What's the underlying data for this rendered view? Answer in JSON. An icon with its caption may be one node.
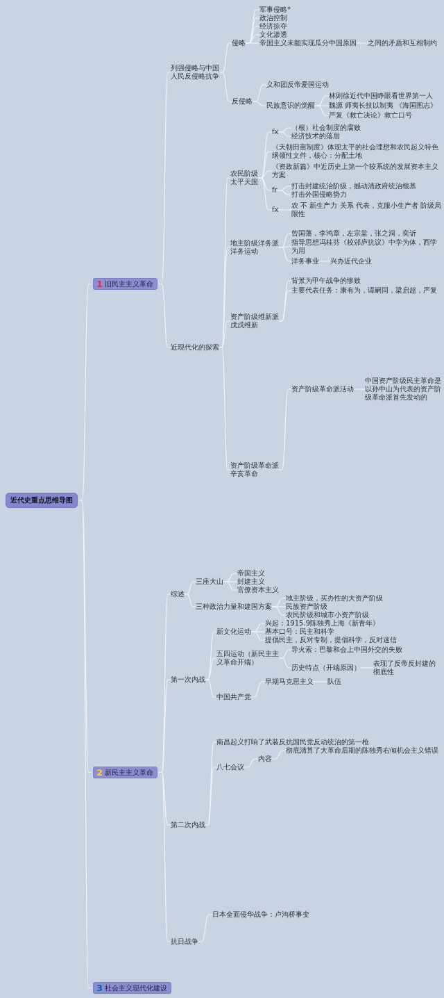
{
  "diagram": {
    "nodes": [
      {
        "text": [
          "军事侵略*"
        ]
      },
      {
        "text": [
          "政治控制"
        ]
      },
      {
        "text": [
          "经济掠夺"
        ]
      },
      {
        "text": [
          "文化渗透"
        ]
      },
      {
        "text": [
          "之间的矛盾和互相制约"
        ]
      },
      {
        "text": [
          "侵略"
        ]
      },
      {
        "text": [
          "帝国主义未能实现瓜分中国原因"
        ]
      },
      {
        "text": [
          "列强侵略与中国人民反侵略抗争"
        ]
      },
      {
        "text": [
          "义和团反帝爱国运动"
        ]
      },
      {
        "text": [
          "林则徐近代中国睁眼看世界第一人"
        ]
      },
      {
        "text": [
          "反侵略"
        ]
      },
      {
        "text": [
          "魏源 师夷长技以制夷 《海国图志》"
        ]
      },
      {
        "text": [
          "民族意识的觉醒"
        ]
      },
      {
        "text": [
          "严复《救亡决论》救亡口号"
        ]
      },
      {
        "text": [
          "（根）社会制度的腐败"
        ]
      },
      {
        "text": [
          "fx"
        ]
      },
      {
        "text": [
          "经济技术的落后"
        ]
      },
      {
        "text": [
          "《天朝田亩制度》体现太平的社会理想和农民起义特色纲领性文件，核心：分配土地"
        ]
      },
      {
        "text": [
          "《资政新篇》中近历史上第一个较系统的发展资本主义方案"
        ]
      },
      {
        "text": [
          "打击封建统治阶级，撼动清政府统治根基"
        ]
      },
      {
        "text": [
          "fr"
        ]
      },
      {
        "text": [
          "打击外国侵略势力"
        ]
      },
      {
        "text": [
          "农民阶级",
          "太平天国"
        ]
      },
      {
        "text": [
          "农 不 新生产力 关系 代表，克服小生产者 阶级局限性"
        ]
      },
      {
        "text": [
          "fx"
        ]
      },
      {
        "text": [
          "曾国藩，李鸿章，左宗棠，张之洞，奕䜣"
        ]
      },
      {
        "text": [
          "指导思想冯桂芬《校邠庐抗议》中学为体，西学为用"
        ]
      },
      {
        "text": [
          "地主阶级洋务派",
          "洋务运动"
        ]
      },
      {
        "text": [
          "洋务事业"
        ]
      },
      {
        "text": [
          "兴办近代企业"
        ]
      },
      {
        "text": [
          "背景为甲午战争的惨败"
        ]
      },
      {
        "text": [
          "1",
          "旧民主主义革命"
        ]
      },
      {
        "text": [
          "主要代表任务：康有为，谭嗣同，梁启超，严复"
        ]
      },
      {
        "text": [
          "资产阶级维新派",
          "戊戌维新"
        ]
      },
      {
        "text": [
          "近现代化的探索"
        ]
      },
      {
        "text": [
          "中国资产阶级民主革命是以孙中山为代表的资产阶级革命派首先发动的"
        ]
      },
      {
        "text": [
          "资产阶级革命派活动"
        ]
      },
      {
        "text": [
          "资产阶级革命派",
          "辛亥革命"
        ]
      },
      {
        "text": [
          "近代史重点思维导图"
        ]
      },
      {
        "text": [
          "帝国主义"
        ]
      },
      {
        "text": [
          "三座大山"
        ]
      },
      {
        "text": [
          "封建主义"
        ]
      },
      {
        "text": [
          "官僚资本主义"
        ]
      },
      {
        "text": [
          "综述"
        ]
      },
      {
        "text": [
          "地主阶级，买办性的大资产阶级"
        ]
      },
      {
        "text": [
          "三种政治力量和建国方案"
        ]
      },
      {
        "text": [
          "民族资产阶级"
        ]
      },
      {
        "text": [
          "农民阶级和城市小资产阶级"
        ]
      },
      {
        "text": [
          "兴起：1915.9陈独秀上海《新青年》"
        ]
      },
      {
        "text": [
          "新文化运动"
        ]
      },
      {
        "text": [
          "基本口号：民主和科学"
        ]
      },
      {
        "text": [
          "提倡民主，反对专制，提倡科学，反对迷信"
        ]
      },
      {
        "text": [
          "导火索：巴黎和会上中国外交的失败"
        ]
      },
      {
        "text": [
          "表现了反帝反封建的彻底性"
        ]
      },
      {
        "text": [
          "五四运动（新民主主义革命开端）"
        ]
      },
      {
        "text": [
          "历史特点（开端原因）"
        ]
      },
      {
        "text": [
          "早期马克思主义"
        ]
      },
      {
        "text": [
          "队伍"
        ]
      },
      {
        "text": [
          "第一次内战"
        ]
      },
      {
        "text": [
          "中国共产党"
        ]
      },
      {
        "text": [
          "南昌起义打响了武装反抗国民党反动统治的第一枪"
        ]
      },
      {
        "text": [
          "彻底清算了大革命后期的陈独秀右倾机会主义错误"
        ]
      },
      {
        "text": [
          "内容"
        ]
      },
      {
        "text": [
          "八七会议"
        ]
      },
      {
        "text": [
          "2",
          "新民主主义革命"
        ]
      },
      {
        "text": [
          "第二次内战"
        ]
      },
      {
        "text": [
          "日本全面侵华战争：卢沟桥事变"
        ]
      },
      {
        "text": [
          "抗日战争"
        ]
      },
      {
        "text": [
          "3",
          "社会主义现代化建设"
        ]
      }
    ],
    "edges": [
      {
        "from": 38,
        "to": 31,
        "arrow": "none"
      },
      {
        "from": 38,
        "to": 64,
        "arrow": "none"
      },
      {
        "from": 38,
        "to": 68,
        "arrow": "none"
      },
      {
        "from": 31,
        "to": 7,
        "arrow": "none"
      },
      {
        "from": 31,
        "to": 34,
        "arrow": "none"
      },
      {
        "from": 7,
        "to": 5,
        "arrow": "none"
      },
      {
        "from": 7,
        "to": 10,
        "arrow": "none"
      },
      {
        "from": 5,
        "to": 0,
        "arrow": "none"
      },
      {
        "from": 5,
        "to": 1,
        "arrow": "none"
      },
      {
        "from": 5,
        "to": 2,
        "arrow": "none"
      },
      {
        "from": 5,
        "to": 3,
        "arrow": "none"
      },
      {
        "from": 5,
        "to": 6,
        "arrow": "none"
      },
      {
        "from": 6,
        "to": 4,
        "arrow": "none"
      },
      {
        "from": 10,
        "to": 8,
        "arrow": "none"
      },
      {
        "from": 10,
        "to": 12,
        "arrow": "none"
      },
      {
        "from": 12,
        "to": 9,
        "arrow": "none"
      },
      {
        "from": 12,
        "to": 11,
        "arrow": "none"
      },
      {
        "from": 12,
        "to": 13,
        "arrow": "none"
      },
      {
        "from": 34,
        "to": 22,
        "arrow": "none"
      },
      {
        "from": 34,
        "to": 27,
        "arrow": "none"
      },
      {
        "from": 34,
        "to": 33,
        "arrow": "none"
      },
      {
        "from": 34,
        "to": 37,
        "arrow": "none"
      },
      {
        "from": 22,
        "to": 15,
        "arrow": "none"
      },
      {
        "from": 22,
        "to": 17,
        "arrow": "none"
      },
      {
        "from": 22,
        "to": 18,
        "arrow": "none"
      },
      {
        "from": 22,
        "to": 20,
        "arrow": "none"
      },
      {
        "from": 22,
        "to": 24,
        "arrow": "none"
      },
      {
        "from": 15,
        "to": 14,
        "arrow": "none"
      },
      {
        "from": 15,
        "to": 16,
        "arrow": "none"
      },
      {
        "from": 20,
        "to": 19,
        "arrow": "none"
      },
      {
        "from": 20,
        "to": 21,
        "arrow": "none"
      },
      {
        "from": 24,
        "to": 23,
        "arrow": "none"
      },
      {
        "from": 27,
        "to": 25,
        "arrow": "none"
      },
      {
        "from": 27,
        "to": 26,
        "arrow": "none"
      },
      {
        "from": 27,
        "to": 28,
        "arrow": "none"
      },
      {
        "from": 28,
        "to": 29,
        "arrow": "none"
      },
      {
        "from": 33,
        "to": 30,
        "arrow": "none"
      },
      {
        "from": 33,
        "to": 32,
        "arrow": "none"
      },
      {
        "from": 37,
        "to": 36,
        "arrow": "none"
      },
      {
        "from": 36,
        "to": 35,
        "arrow": "none"
      },
      {
        "from": 64,
        "to": 43,
        "arrow": "none"
      },
      {
        "from": 64,
        "to": 58,
        "arrow": "none"
      },
      {
        "from": 64,
        "to": 65,
        "arrow": "none"
      },
      {
        "from": 64,
        "to": 67,
        "arrow": "none"
      },
      {
        "from": 43,
        "to": 40,
        "arrow": "none"
      },
      {
        "from": 43,
        "to": 45,
        "arrow": "none"
      },
      {
        "from": 40,
        "to": 39,
        "arrow": "none"
      },
      {
        "from": 40,
        "to": 41,
        "arrow": "none"
      },
      {
        "from": 40,
        "to": 42,
        "arrow": "none"
      },
      {
        "from": 45,
        "to": 44,
        "arrow": "none"
      },
      {
        "from": 45,
        "to": 46,
        "arrow": "none"
      },
      {
        "from": 45,
        "to": 47,
        "arrow": "none"
      },
      {
        "from": 58,
        "to": 49,
        "arrow": "none"
      },
      {
        "from": 58,
        "to": 54,
        "arrow": "none"
      },
      {
        "from": 58,
        "to": 59,
        "arrow": "none"
      },
      {
        "from": 49,
        "to": 48,
        "arrow": "none"
      },
      {
        "from": 49,
        "to": 50,
        "arrow": "none"
      },
      {
        "from": 49,
        "to": 51,
        "arrow": "none"
      },
      {
        "from": 54,
        "to": 52,
        "arrow": "none"
      },
      {
        "from": 54,
        "to": 55,
        "arrow": "none"
      },
      {
        "from": 55,
        "to": 53,
        "arrow": "none"
      },
      {
        "from": 59,
        "to": 56,
        "arrow": "none"
      },
      {
        "from": 56,
        "to": 57,
        "arrow": "none"
      },
      {
        "from": 65,
        "to": 60,
        "arrow": "none"
      },
      {
        "from": 65,
        "to": 63,
        "arrow": "none"
      },
      {
        "from": 63,
        "to": 62,
        "arrow": "none"
      },
      {
        "from": 62,
        "to": 61,
        "arrow": "none"
      },
      {
        "from": 67,
        "to": 66,
        "arrow": "none"
      }
    ]
  }
}
